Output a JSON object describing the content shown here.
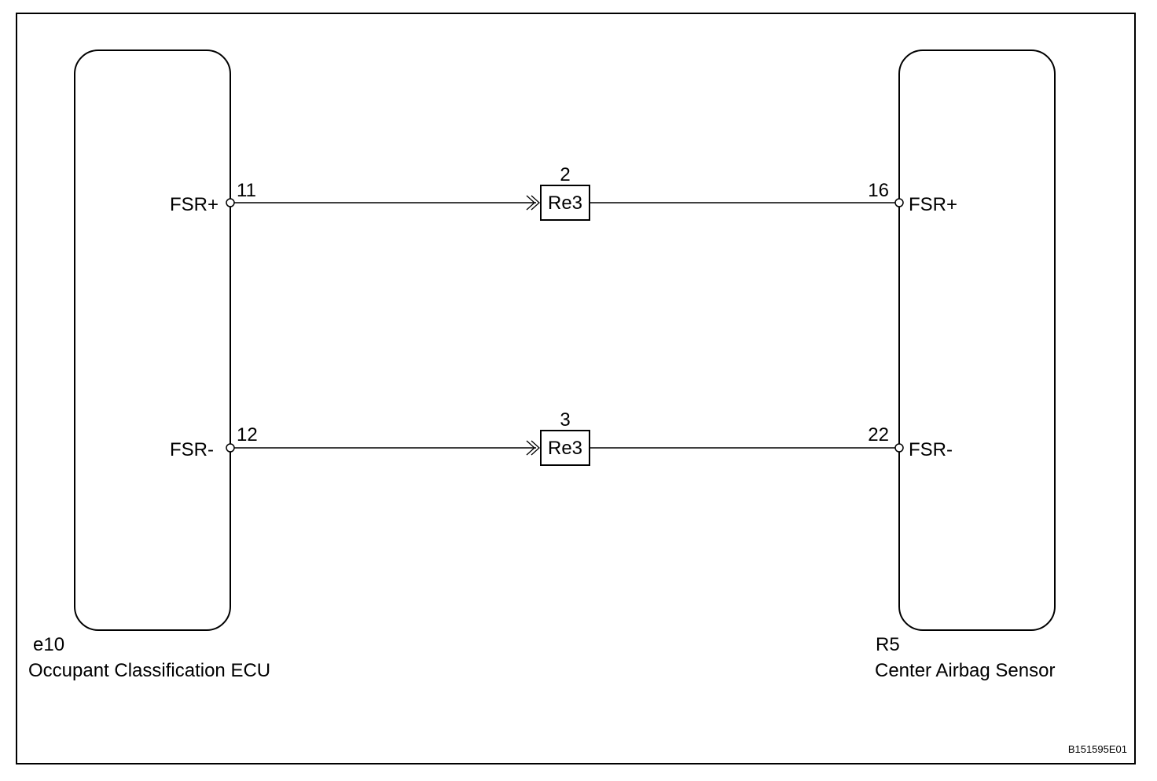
{
  "diagram": {
    "reference_code": "B151595E01",
    "left_component": {
      "code": "e10",
      "name": "Occupant Classification ECU",
      "terminals": [
        {
          "signal": "FSR+",
          "pin": "11"
        },
        {
          "signal": "FSR-",
          "pin": "12"
        }
      ]
    },
    "right_component": {
      "code": "R5",
      "name": "Center Airbag Sensor",
      "terminals": [
        {
          "signal": "FSR+",
          "pin": "16"
        },
        {
          "signal": "FSR-",
          "pin": "22"
        }
      ]
    },
    "connectors": [
      {
        "label": "Re3",
        "pin": "2"
      },
      {
        "label": "Re3",
        "pin": "3"
      }
    ]
  }
}
